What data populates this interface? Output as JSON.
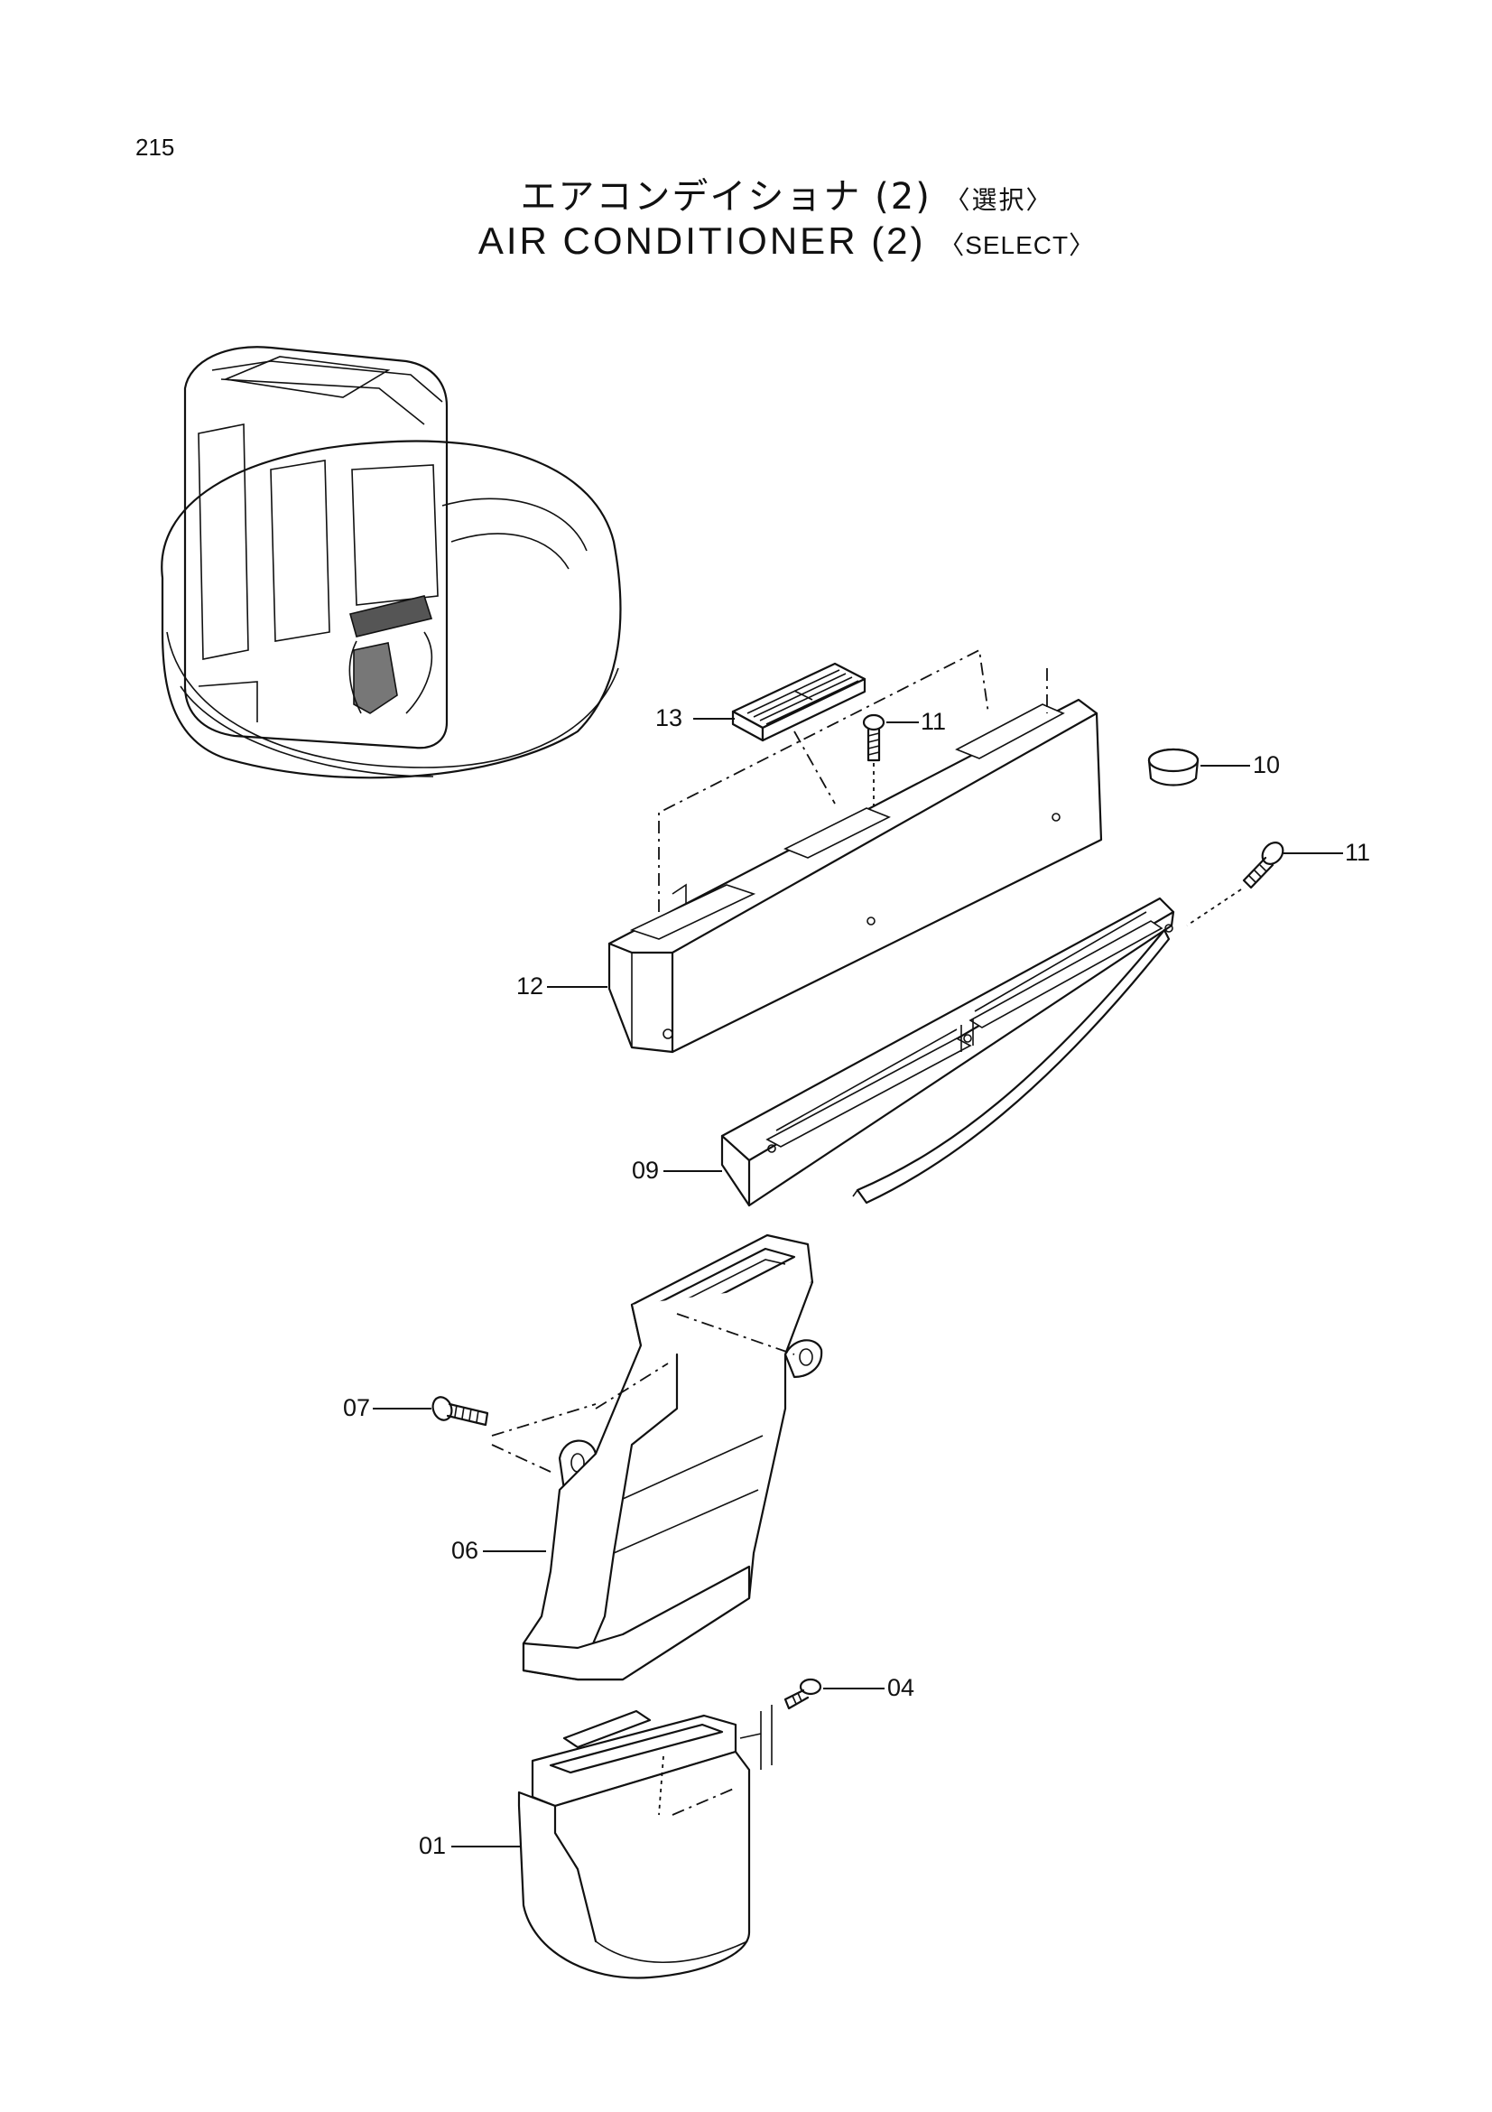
{
  "page_number": "215",
  "title_jp": {
    "main": "エアコンデイショナ (2)",
    "select": "〈選択〉"
  },
  "title_en": {
    "main": "AIR CONDITIONER (2)",
    "select": "〈SELECT〉"
  },
  "callouts": {
    "c13": "13",
    "c11a": "11",
    "c10": "10",
    "c11b": "11",
    "c12": "12",
    "c09": "09",
    "c07": "07",
    "c06": "06",
    "c04": "04",
    "c01": "01"
  }
}
